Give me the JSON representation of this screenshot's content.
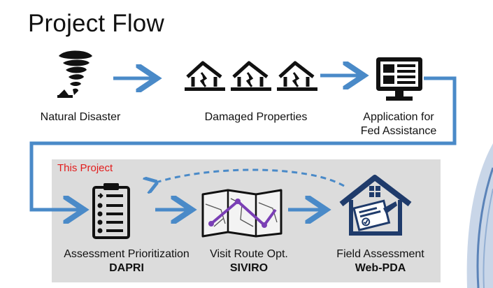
{
  "title": "Project Flow",
  "panel": {
    "label": "This Project"
  },
  "steps": {
    "natural_disaster": {
      "label": "Natural Disaster"
    },
    "damaged_properties": {
      "label": "Damaged Properties"
    },
    "application": {
      "line1": "Application for",
      "line2": "Fed Assistance"
    },
    "assessment": {
      "label": "Assessment Prioritization",
      "system": "DAPRI"
    },
    "route": {
      "label": "Visit Route Opt.",
      "system": "SIVIRO"
    },
    "field": {
      "label": "Field Assessment",
      "system": "Web-PDA"
    }
  },
  "colors": {
    "arrow": "#4a8ac8",
    "panel": "#dcdcdc",
    "accent_red": "#e21c1c",
    "route_line": "#7a3fb5",
    "house": "#1f3b6b"
  },
  "icons": [
    "tornado-icon",
    "damaged-house-icon",
    "computer-application-icon",
    "checklist-clipboard-icon",
    "route-map-icon",
    "house-document-icon"
  ]
}
